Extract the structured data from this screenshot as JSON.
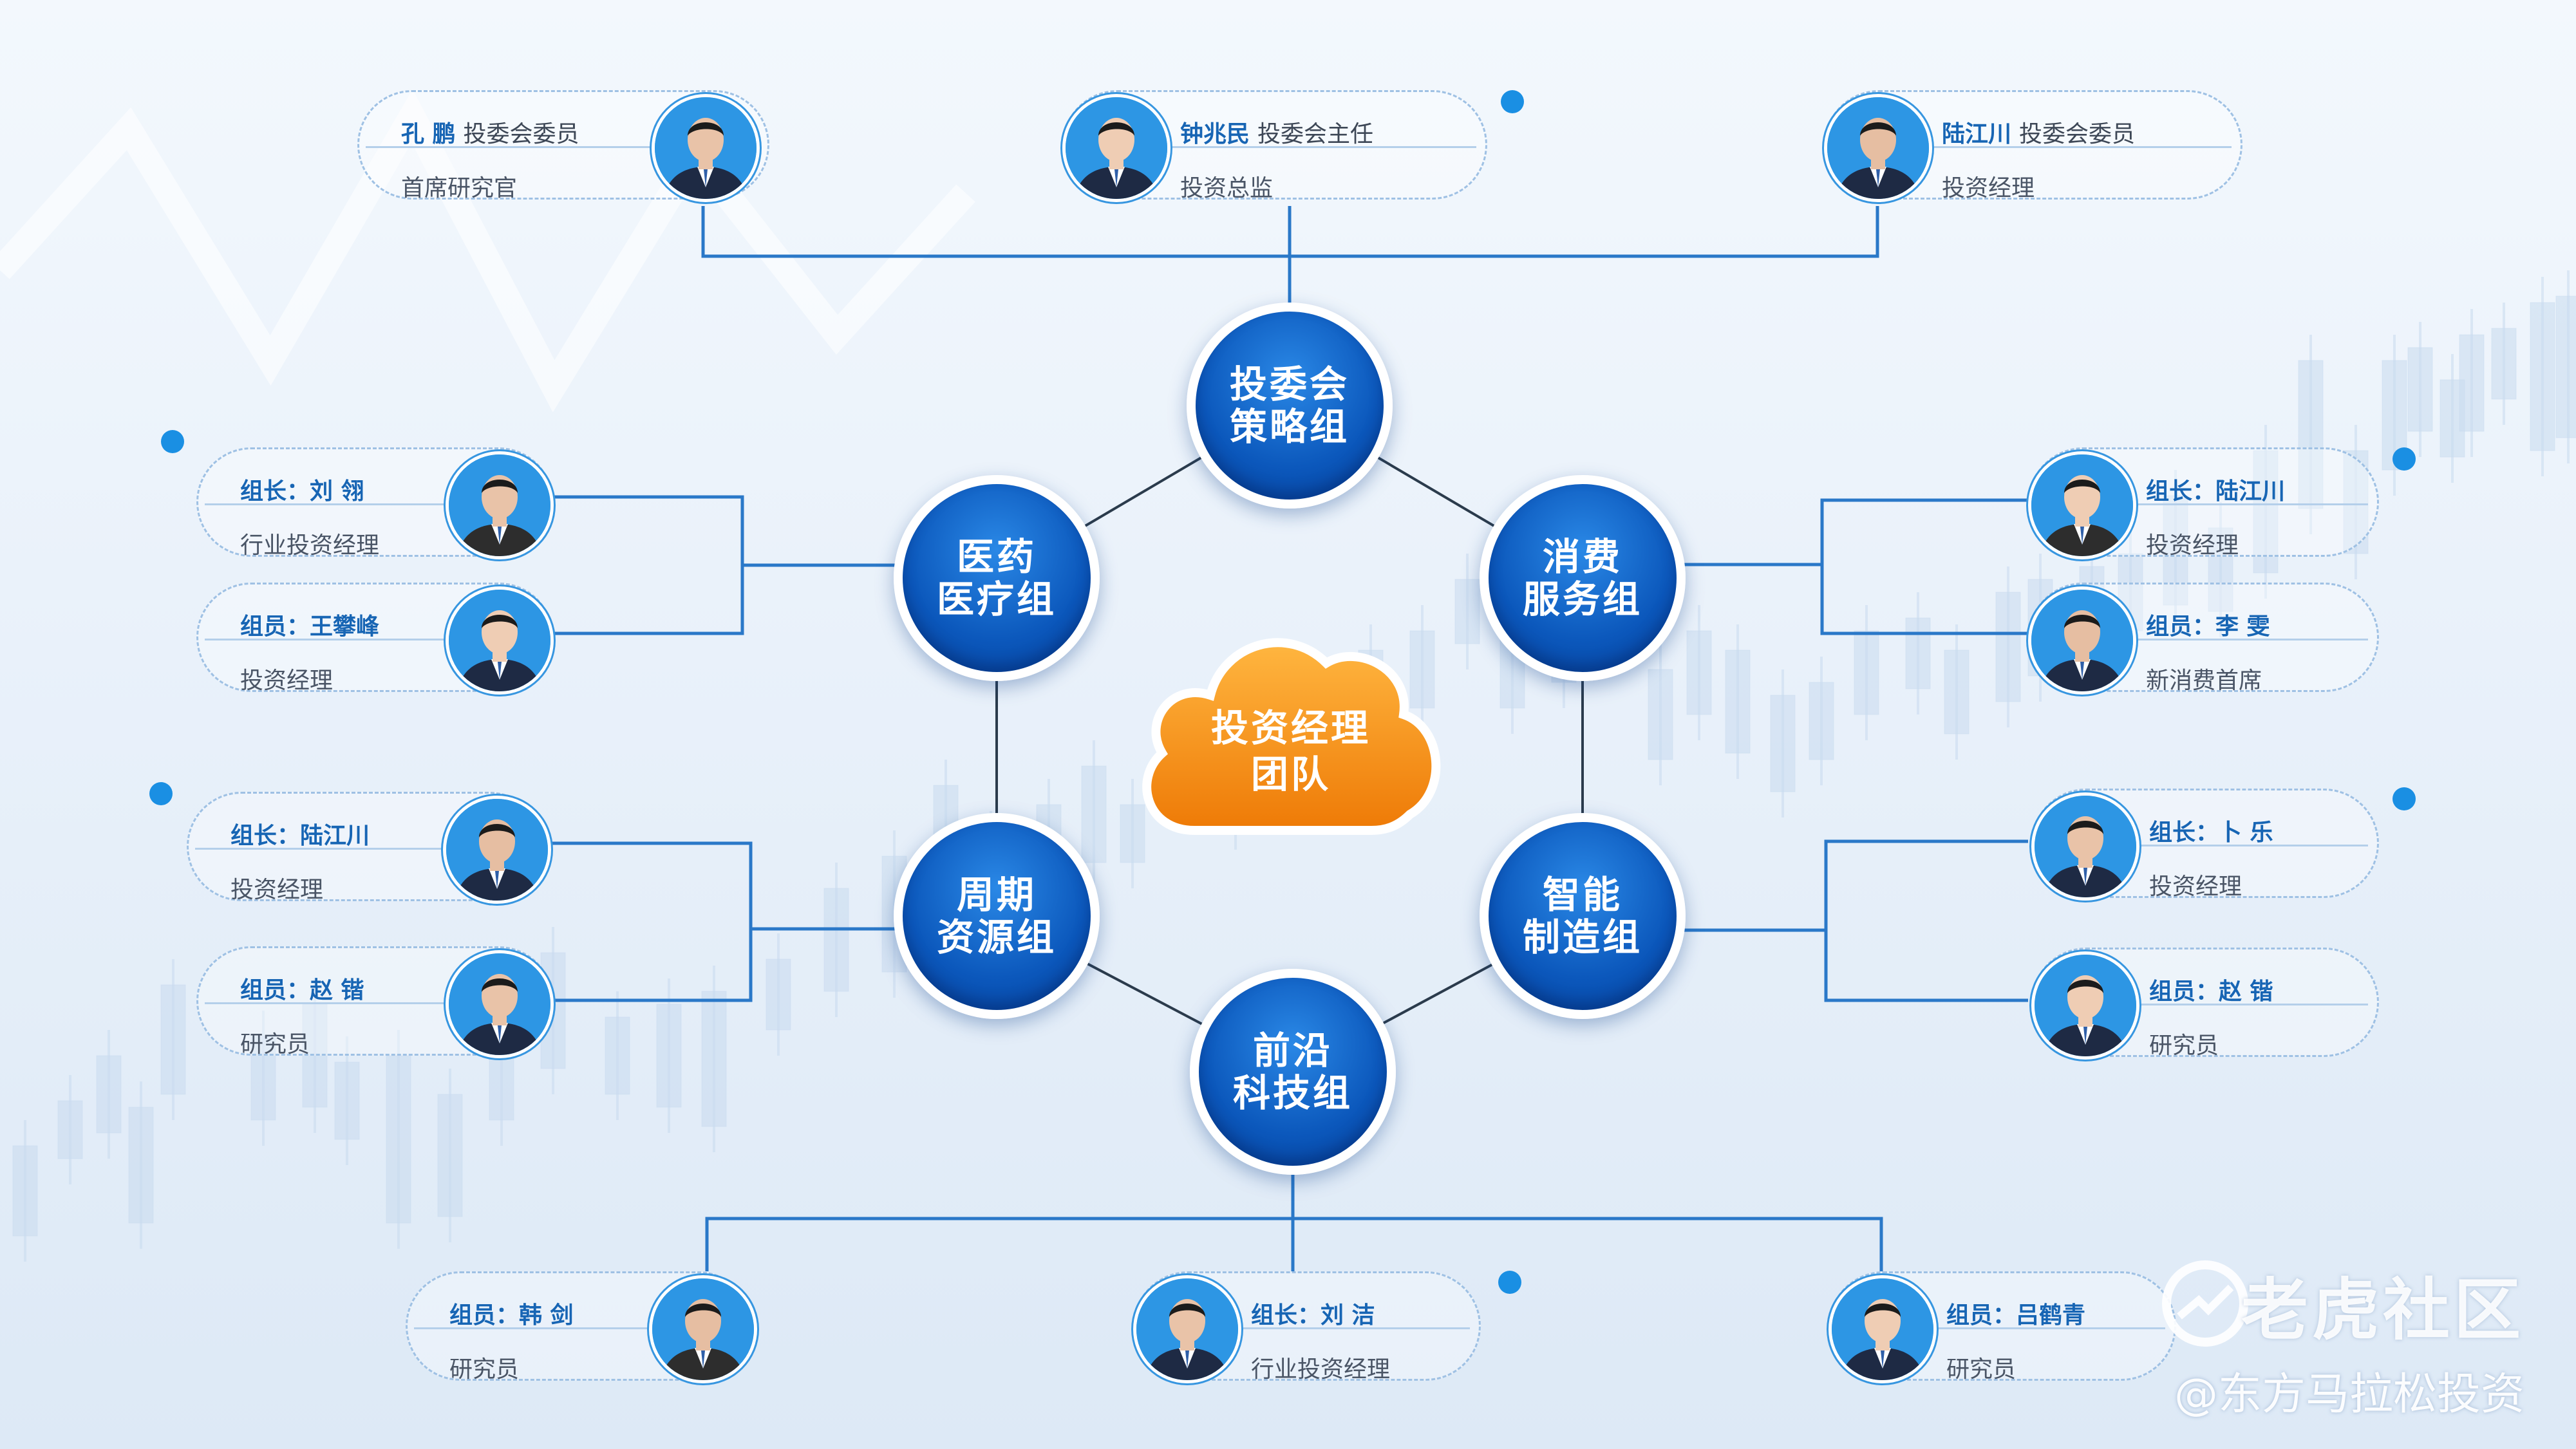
{
  "center": {
    "line1": "投资经理",
    "line2": "团队"
  },
  "groups": [
    {
      "id": "strategy",
      "line1": "投委会",
      "line2": "策略组"
    },
    {
      "id": "medical",
      "line1": "医药",
      "line2": "医疗组"
    },
    {
      "id": "consumer",
      "line1": "消费",
      "line2": "服务组"
    },
    {
      "id": "cycle",
      "line1": "周期",
      "line2": "资源组"
    },
    {
      "id": "mfg",
      "line1": "智能",
      "line2": "制造组"
    },
    {
      "id": "tech",
      "line1": "前沿",
      "line2": "科技组"
    }
  ],
  "people": [
    {
      "id": "kong-peng",
      "role": "",
      "name": "孔 鹏",
      "extra": "投委会委员",
      "title": "首席研究官"
    },
    {
      "id": "zhong-zhaomin",
      "role": "",
      "name": "钟兆民",
      "extra": "投委会主任",
      "title": "投资总监"
    },
    {
      "id": "lu-jiangchuan-1",
      "role": "",
      "name": "陆江川",
      "extra": "投委会委员",
      "title": "投资经理"
    },
    {
      "id": "liu-ling",
      "role": "组长：",
      "name": "刘 翎",
      "extra": "",
      "title": "行业投资经理"
    },
    {
      "id": "wang-panfeng",
      "role": "组员：",
      "name": "王攀峰",
      "extra": "",
      "title": "投资经理"
    },
    {
      "id": "lu-jiangchuan-2",
      "role": "组长：",
      "name": "陆江川",
      "extra": "",
      "title": "投资经理"
    },
    {
      "id": "zhao-kai-1",
      "role": "组员：",
      "name": "赵 锴",
      "extra": "",
      "title": "研究员"
    },
    {
      "id": "lu-jiangchuan-3",
      "role": "组长：",
      "name": "陆江川",
      "extra": "",
      "title": "投资经理"
    },
    {
      "id": "li-wen",
      "role": "组员：",
      "name": "李 雯",
      "extra": "",
      "title": "新消费首席"
    },
    {
      "id": "bu-le",
      "role": "组长：",
      "name": "卜 乐",
      "extra": "",
      "title": "投资经理"
    },
    {
      "id": "zhao-kai-2",
      "role": "组员：",
      "name": "赵 锴",
      "extra": "",
      "title": "研究员"
    },
    {
      "id": "han-jian",
      "role": "组员：",
      "name": "韩 剑",
      "extra": "",
      "title": "研究员"
    },
    {
      "id": "liu-jie",
      "role": "组长：",
      "name": "刘 洁",
      "extra": "",
      "title": "行业投资经理"
    },
    {
      "id": "lv-heqing",
      "role": "组员：",
      "name": "吕鹤青",
      "extra": "",
      "title": "研究员"
    }
  ],
  "watermark": {
    "brand": "老虎社区",
    "account": "@东方马拉松投资"
  },
  "colors": {
    "primary_blue": "#0b57bb",
    "accent_orange": "#f08a10",
    "line_blue": "#1a6fc0"
  }
}
